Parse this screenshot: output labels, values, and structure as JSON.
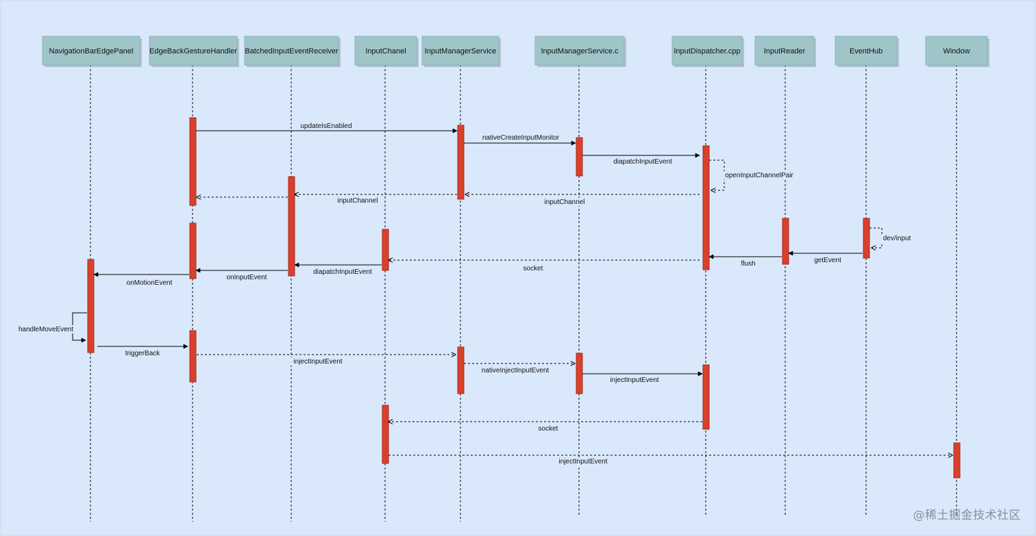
{
  "participants": [
    {
      "id": "navbar",
      "label": "NavigationBarEdgePanel"
    },
    {
      "id": "edge",
      "label": "EdgeBackGestureHandler"
    },
    {
      "id": "batched",
      "label": "BatchedInputEventReceiver"
    },
    {
      "id": "chanel",
      "label": "InputChanel"
    },
    {
      "id": "ims",
      "label": "InputManagerService"
    },
    {
      "id": "imsc",
      "label": "InputManagerService.c"
    },
    {
      "id": "dispatcher",
      "label": "InputDispatcher.cpp"
    },
    {
      "id": "reader",
      "label": "InputReader"
    },
    {
      "id": "hub",
      "label": "EventHub"
    },
    {
      "id": "window",
      "label": "Window"
    }
  ],
  "messages": [
    {
      "id": "updateIsEnabled",
      "label": "updateIsEnabled",
      "from": "edge",
      "to": "ims",
      "style": "solid"
    },
    {
      "id": "nativeCreateInputMonitor",
      "label": "nativeCreateInputMonitor",
      "from": "ims",
      "to": "imsc",
      "style": "solid"
    },
    {
      "id": "diapatchInputEvent-1",
      "label": "diapatchInputEvent",
      "from": "imsc",
      "to": "dispatcher",
      "style": "solid"
    },
    {
      "id": "openInputChannelPair",
      "label": "openInputChannelPair",
      "from": "dispatcher",
      "to": "dispatcher",
      "style": "dashed"
    },
    {
      "id": "inputChannel-return-ims",
      "label": "inputChannel",
      "from": "dispatcher",
      "to": "ims",
      "style": "dashed"
    },
    {
      "id": "inputChannel-return-batched",
      "label": "inputChannel",
      "from": "ims",
      "to": "batched",
      "style": "dashed"
    },
    {
      "id": "inputChannel-return-edge",
      "label": "",
      "from": "batched",
      "to": "edge",
      "style": "dashed"
    },
    {
      "id": "dev-input",
      "label": "dev/input",
      "from": "hub",
      "to": "hub",
      "style": "dashed"
    },
    {
      "id": "getEvent",
      "label": "getEvent",
      "from": "hub",
      "to": "reader",
      "style": "solid"
    },
    {
      "id": "flush",
      "label": "flush",
      "from": "reader",
      "to": "dispatcher",
      "style": "solid"
    },
    {
      "id": "socket-1",
      "label": "socket",
      "from": "dispatcher",
      "to": "chanel",
      "style": "dashed"
    },
    {
      "id": "diapatchInputEvent-2",
      "label": "diapatchInputEvent",
      "from": "chanel",
      "to": "batched",
      "style": "solid"
    },
    {
      "id": "onInputEvent",
      "label": "onInputEvent",
      "from": "batched",
      "to": "edge",
      "style": "solid"
    },
    {
      "id": "onMotionEvent",
      "label": "onMotionEvent",
      "from": "edge",
      "to": "navbar",
      "style": "solid"
    },
    {
      "id": "handleMoveEvent",
      "label": "handleMoveEvent",
      "from": "navbar",
      "to": "navbar",
      "style": "solid"
    },
    {
      "id": "triggerBack",
      "label": "triggerBack",
      "from": "navbar",
      "to": "edge",
      "style": "solid"
    },
    {
      "id": "injectInputEvent-1",
      "label": "injectInputEvent",
      "from": "edge",
      "to": "ims",
      "style": "dashed"
    },
    {
      "id": "nativeInjectInputEvent",
      "label": "nativeInjectInputEvent",
      "from": "ims",
      "to": "imsc",
      "style": "dashed"
    },
    {
      "id": "injectInputEvent-2",
      "label": "injectInputEvent",
      "from": "imsc",
      "to": "dispatcher",
      "style": "solid"
    },
    {
      "id": "socket-2",
      "label": "socket",
      "from": "dispatcher",
      "to": "chanel",
      "style": "dashed"
    },
    {
      "id": "injectInputEvent-3",
      "label": "injectInputEvent",
      "from": "chanel",
      "to": "window",
      "style": "dashed"
    }
  ],
  "colors": {
    "background": "#dae8fc",
    "participant_fill": "#9fc5c8",
    "activation_fill": "#d9402b",
    "activation_stroke": "#a82a1c",
    "line": "#000000"
  },
  "watermark": "@稀土掘金技术社区"
}
